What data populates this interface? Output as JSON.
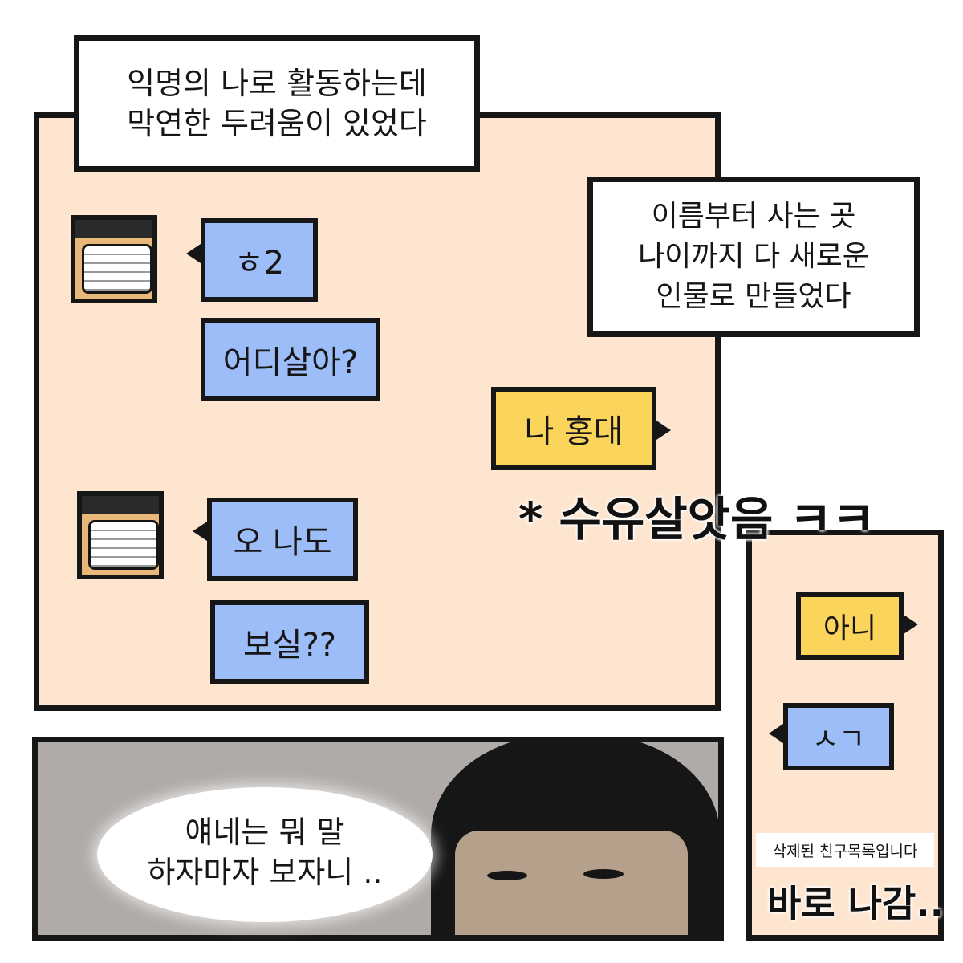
{
  "panel1": {
    "caption": "익명의 나로 활동하는데\n막연한 두려움이 있었다",
    "chat": [
      {
        "speaker": "stranger",
        "text": "ㅎ2"
      },
      {
        "speaker": "stranger",
        "text": "어디살아?"
      },
      {
        "speaker": "me",
        "text": "나 홍대"
      },
      {
        "speaker": "stranger",
        "text": "오 나도"
      },
      {
        "speaker": "stranger",
        "text": "보실??"
      }
    ],
    "caption2": "이름부터 사는 곳\n나이까지 다 새로운\n인물로 만들었다",
    "note": "* 수유살앗음 ㅋㅋ"
  },
  "panel2": {
    "chat": [
      {
        "speaker": "me",
        "text": "아니"
      },
      {
        "speaker": "stranger",
        "text": "ㅅㄱ"
      }
    ],
    "system": "삭제된 친구목록입니다",
    "note": "바로 나감.."
  },
  "panel3": {
    "thought": "얘네는 뭐 말\n하자마자 보자니 .."
  },
  "colors": {
    "peach": "#fde5d0",
    "blue": "#9dbdf8",
    "yellow": "#fbd45c",
    "gray": "#b0aba8"
  }
}
